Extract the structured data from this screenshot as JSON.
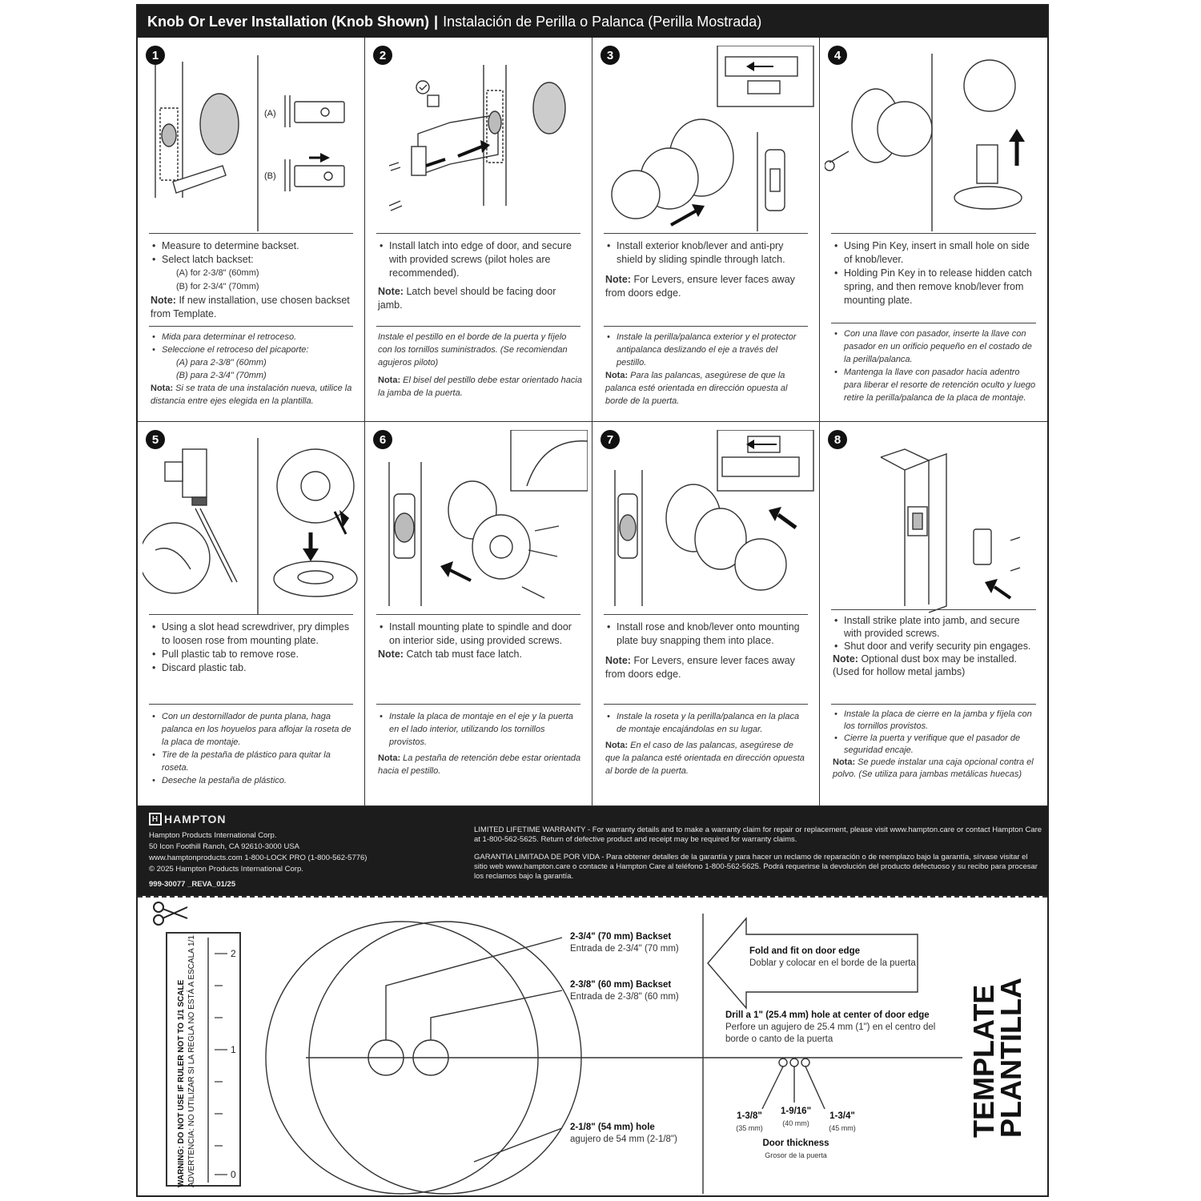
{
  "header": {
    "title_en": "Knob Or Lever Installation (Knob Shown)",
    "separator": "|",
    "title_es": "Instalación de Perilla o Palanca (Perilla Mostrada)"
  },
  "steps": [
    {
      "number": "1",
      "labels": {
        "a": "(A)",
        "b": "(B)"
      },
      "en": {
        "bullets": [
          "Measure to determine backset.",
          "Select latch backset:"
        ],
        "sub": [
          "(A) for 2-3/8\" (60mm)",
          "(B) for 2-3/4\" (70mm)"
        ],
        "note_label": "Note:",
        "note": "If new installation, use chosen backset from Template."
      },
      "es": {
        "bullets": [
          "Mida para determinar el retroceso.",
          "Seleccione el retroceso del picaporte:"
        ],
        "sub": [
          "(A) para 2-3/8\" (60mm)",
          "(B) para 2-3/4\" (70mm)"
        ],
        "note_label": "Nota:",
        "note": "Si se trata de una instalación nueva, utilice la distancia entre ejes elegida en la plantilla."
      }
    },
    {
      "number": "2",
      "en": {
        "bullets": [
          "Install latch into edge of door, and secure with provided screws (pilot holes are recommended)."
        ],
        "note_label": "Note:",
        "note": "Latch bevel should be facing door jamb."
      },
      "es": {
        "text": "Instale el pestillo en el borde de la puerta y fíjelo con los tornillos suministrados. (Se recomiendan agujeros piloto)",
        "note_label": "Nota:",
        "note": "El bisel del pestillo debe estar orientado hacia la jamba de la puerta."
      }
    },
    {
      "number": "3",
      "en": {
        "bullets": [
          "Install exterior knob/lever and anti-pry shield by sliding spindle through latch."
        ],
        "note_label": "Note:",
        "note": "For Levers, ensure lever faces away from doors edge."
      },
      "es": {
        "bullets": [
          "Instale la perilla/palanca exterior y el protector antipalanca deslizando el eje a través del pestillo."
        ],
        "note_label": "Nota:",
        "note": "Para las palancas, asegúrese de que la palanca esté orientada en dirección opuesta al borde de la puerta."
      }
    },
    {
      "number": "4",
      "en": {
        "bullets": [
          "Using Pin Key, insert in small hole on side of knob/lever.",
          "Holding Pin Key in to release hidden catch spring, and then remove knob/lever from mounting plate."
        ]
      },
      "es": {
        "bullets": [
          "Con una llave con pasador, inserte la llave con pasador en un orificio pequeño en el costado de la perilla/palanca.",
          "Mantenga la llave con pasador hacia adentro para liberar el resorte de retención oculto y luego retire la perilla/palanca de la placa de montaje."
        ]
      }
    },
    {
      "number": "5",
      "en": {
        "bullets": [
          "Using a slot head screwdriver, pry dimples to loosen rose from mounting plate.",
          "Pull plastic tab to remove rose.",
          "Discard plastic tab."
        ]
      },
      "es": {
        "bullets": [
          "Con un destornillador de punta plana, haga palanca en los hoyuelos para aflojar la roseta de la placa de montaje.",
          "Tire de la pestaña de plástico para quitar la roseta.",
          "Deseche la pestaña de plástico."
        ]
      }
    },
    {
      "number": "6",
      "en": {
        "bullets": [
          "Install mounting plate to spindle and door on interior side, using provided screws."
        ],
        "note_label": "Note:",
        "note": "Catch tab must face latch."
      },
      "es": {
        "bullets": [
          "Instale la placa de montaje en el eje y la puerta en el lado interior, utilizando los tornillos provistos."
        ],
        "note_label": "Nota:",
        "note": "La pestaña de retención debe estar orientada hacia el pestillo."
      }
    },
    {
      "number": "7",
      "en": {
        "bullets": [
          "Install rose and knob/lever onto mounting plate buy snapping them into place."
        ],
        "note_label": "Note:",
        "note": "For Levers, ensure lever faces away from doors edge."
      },
      "es": {
        "bullets": [
          "Instale la roseta y la perilla/palanca en la placa de montaje encajándolas en su lugar."
        ],
        "note_label": "Nota:",
        "note": "En el caso de las palancas, asegúrese de que la palanca esté orientada en dirección opuesta al borde de la puerta."
      }
    },
    {
      "number": "8",
      "en": {
        "bullets": [
          "Install strike plate into jamb, and secure with provided screws.",
          "Shut door and verify security pin engages."
        ],
        "note_label": "Note:",
        "note": "Optional dust box may be installed. (Used for hollow metal jambs)"
      },
      "es": {
        "bullets": [
          "Instale la placa de cierre en la jamba y fíjela con los tornillos provistos.",
          "Cierre la puerta y verifique que el pasador de seguridad encaje."
        ],
        "note_label": "Nota:",
        "note": "Se puede instalar una caja opcional contra el polvo. (Se utiliza para jambas metálicas huecas)"
      }
    }
  ],
  "footer": {
    "brand": "HAMPTON",
    "company": [
      "Hampton Products International Corp.",
      "50 Icon Foothill Ranch, CA 92610-3000 USA",
      "www.hamptonproducts.com 1-800-LOCK PRO (1-800-562-5776)",
      "© 2025 Hampton Products International Corp."
    ],
    "part_number": "999-30077 _REVA_01/25",
    "warranty_en": "LIMITED LIFETIME WARRANTY - For warranty details and to make a warranty claim for repair or replacement, please visit www.hampton.care or contact Hampton Care at 1-800-562-5625. Return of defective product and receipt may be required for warranty claims.",
    "warranty_es": "GARANTIA LIMITADA DE POR VIDA - Para obtener detalles de la garantía y para hacer un reclamo de reparación o de reemplazo bajo la garantía, sírvase visitar el sitio web www.hampton.care o contacte a Hampton Care al teléfono 1-800-562-5625. Podrá requerirse la devolución del producto defectuoso y su recibo para procesar los reclamos bajo la garantía."
  },
  "template": {
    "ruler_warning_en": "WARNING: DO NOT USE IF RULER NOT TO 1/1 SCALE",
    "ruler_warning_es": "ADVERTENCIA: NO UTILIZAR SI LA REGLA NO ESTÁ A ESCALA 1/1",
    "ruler_ticks": [
      "2",
      "1",
      "0"
    ],
    "backset_70_en": "2-3/4\" (70 mm) Backset",
    "backset_70_es": "Entrada de 2-3/4\" (70 mm)",
    "backset_60_en": "2-3/8\" (60 mm) Backset",
    "backset_60_es": "Entrada de 2-3/8\" (60 mm)",
    "hole_en": "2-1/8\" (54 mm) hole",
    "hole_es": "agujero de 54 mm (2-1/8\")",
    "fold_en": "Fold and fit on door edge",
    "fold_es": "Doblar y colocar en el borde de la puerta",
    "drill_en": "Drill a 1\" (25.4 mm) hole at center of door edge",
    "drill_es": "Perfore un agujero de 25.4 mm (1\") en el centro del borde o canto de la puerta",
    "thickness": [
      {
        "in": "1-3/8\"",
        "mm": "(35 mm)"
      },
      {
        "in": "1-9/16\"",
        "mm": "(40 mm)"
      },
      {
        "in": "1-3/4\"",
        "mm": "(45 mm)"
      }
    ],
    "door_thickness_en": "Door thickness",
    "door_thickness_es": "Grosor de la puerta",
    "template_word_en": "TEMPLATE",
    "template_word_es": "PLANTILLA"
  }
}
